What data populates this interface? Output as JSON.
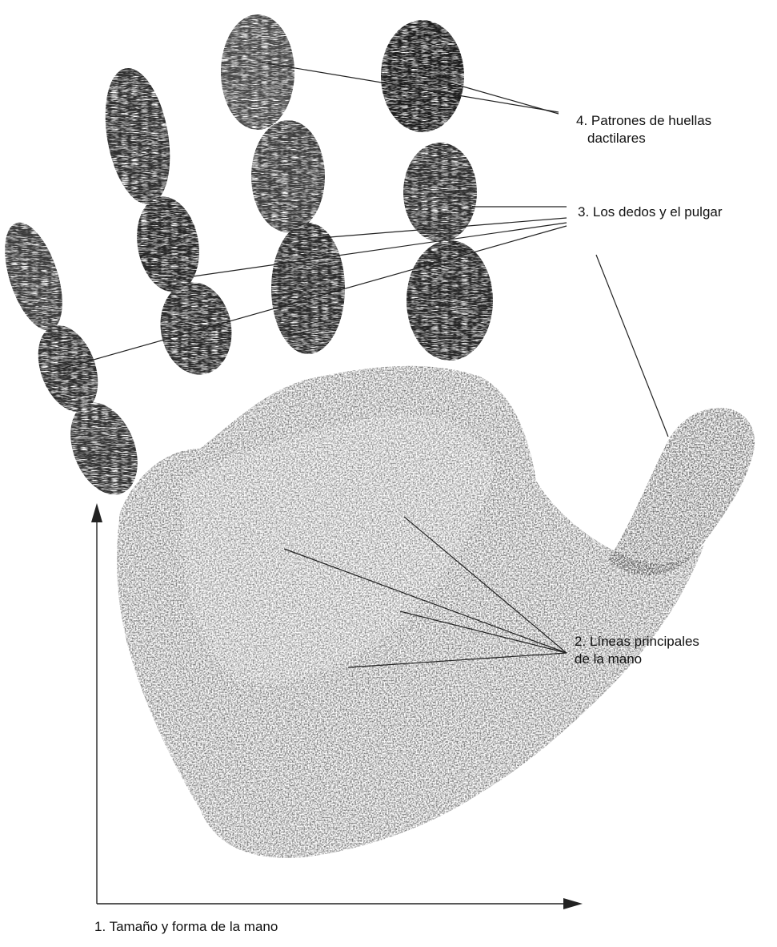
{
  "labels": {
    "fingerprint_patterns": {
      "line1": "4. Patrones de huellas",
      "line2": "dactilares"
    },
    "fingers_thumb": {
      "line1": "3. Los dedos y el pulgar"
    },
    "principal_lines": {
      "line1": "2. Líneas principales",
      "line2": "de la mano"
    },
    "hand_size_shape": {
      "line1": "1. Tamaño y forma de la mano"
    }
  },
  "colors": {
    "background": "#ffffff",
    "ink_dark": "#1a1a1a",
    "ink_mid": "#555555",
    "ink_light": "#9a9a9a",
    "leader_line": "#222222"
  }
}
